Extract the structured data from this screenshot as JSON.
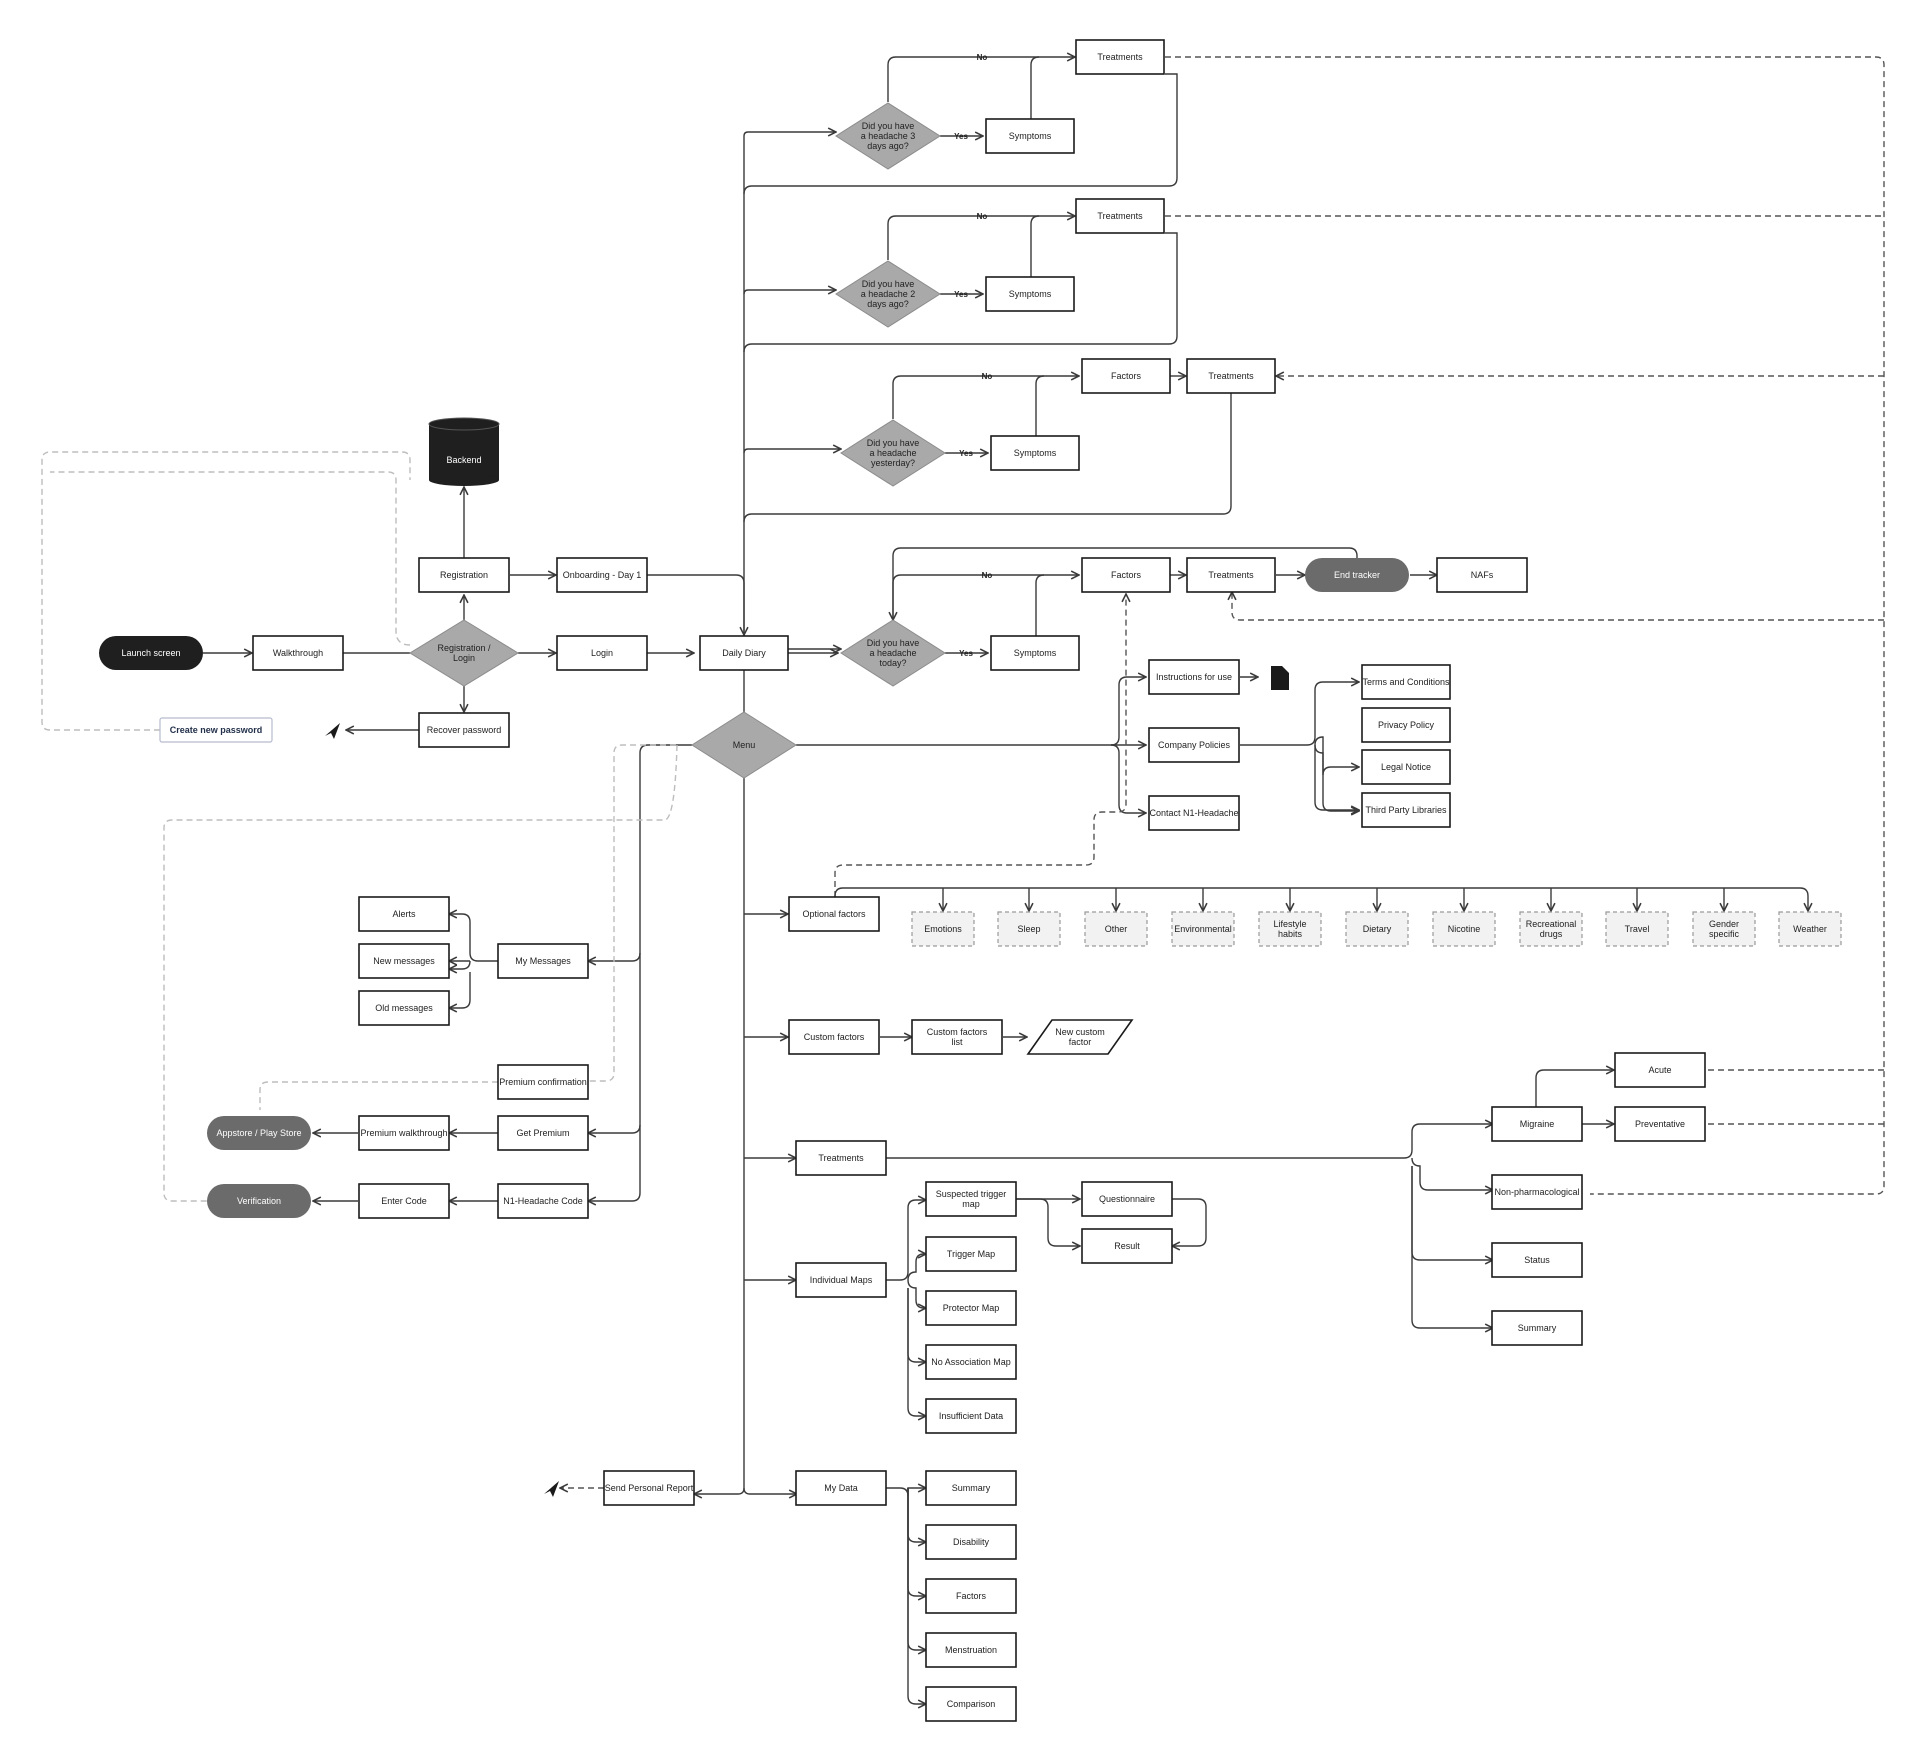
{
  "diagram": {
    "entry": {
      "launch_screen": "Launch screen",
      "walkthrough": "Walkthrough",
      "registration_login": [
        "Registration /",
        "Login"
      ],
      "registration": "Registration",
      "backend": "Backend",
      "onboarding": "Onboarding - Day 1",
      "login": "Login",
      "recover_password": "Recover password",
      "create_new_password": "Create new password"
    },
    "daily_diary": "Daily Diary",
    "menu": "Menu",
    "branch_labels": {
      "no": "No",
      "yes": "Yes"
    },
    "headache_questions": [
      {
        "question": [
          "Did you have",
          "a headache 3",
          "days ago?"
        ],
        "symptoms": "Symptoms",
        "treatments": "Treatments"
      },
      {
        "question": [
          "Did you have",
          "a headache 2",
          "days ago?"
        ],
        "symptoms": "Symptoms",
        "treatments": "Treatments"
      },
      {
        "question": [
          "Did you have",
          "a headache",
          "yesterday?"
        ],
        "symptoms": "Symptoms",
        "factors": "Factors",
        "treatments": "Treatments"
      },
      {
        "question": [
          "Did you have",
          "a headache",
          "today?"
        ],
        "symptoms": "Symptoms",
        "factors": "Factors",
        "treatments": "Treatments",
        "end_tracker": "End tracker",
        "nafs": "NAFs"
      }
    ],
    "info": {
      "instructions": "Instructions for use",
      "company_policies": "Company Policies",
      "contact": "Contact N1-Headache",
      "policies": [
        "Terms and Conditions",
        "Privacy Policy",
        "Legal Notice",
        "Third Party Libraries"
      ]
    },
    "optional_factors": {
      "label": "Optional factors",
      "items": [
        [
          "Emotions"
        ],
        [
          "Sleep"
        ],
        [
          "Other"
        ],
        [
          "Environmental"
        ],
        [
          "Lifestyle",
          "habits"
        ],
        [
          "Dietary"
        ],
        [
          "Nicotine"
        ],
        [
          "Recreational",
          "drugs"
        ],
        [
          "Travel"
        ],
        [
          "Gender",
          "specific"
        ],
        [
          "Weather"
        ]
      ]
    },
    "custom_factors": {
      "label": "Custom factors",
      "list": [
        "Custom factors",
        "list"
      ],
      "new": [
        "New custom",
        "factor"
      ]
    },
    "messages": {
      "label": "My Messages",
      "items": [
        "Alerts",
        "New messages",
        "Old messages"
      ]
    },
    "premium": {
      "confirmation": "Premium confirmation",
      "get": "Get Premium",
      "walkthrough": "Premium walkthrough",
      "store": "Appstore / Play Store"
    },
    "code": {
      "n1": "N1-Headache Code",
      "enter": "Enter Code",
      "verification": "Verification"
    },
    "treatments_section": {
      "label": "Treatments",
      "migraine": "Migraine",
      "acute": "Acute",
      "preventative": "Preventative",
      "non_pharm": "Non-pharmacological",
      "status": "Status",
      "summary": "Summary"
    },
    "individual_maps": {
      "label": "Individual Maps",
      "suspected": [
        "Suspected trigger",
        "map"
      ],
      "questionnaire": "Questionnaire",
      "result": "Result",
      "others": [
        "Trigger Map",
        "Protector Map",
        "No Association Map",
        "Insufficient Data"
      ]
    },
    "my_data": {
      "label": "My Data",
      "items": [
        "Summary",
        "Disability",
        "Factors",
        "Menstruation",
        "Comparison"
      ]
    },
    "send_report": "Send Personal Report"
  },
  "colors": {
    "line": "#3a3a3a",
    "terminal_dark": "#1f1f1f",
    "terminal_grey": "#6b6b6b",
    "diamond": "#a9a9a9",
    "optional_fill": "#f2f2f2"
  },
  "icons": [
    "database-icon",
    "document-icon",
    "send-icon"
  ]
}
